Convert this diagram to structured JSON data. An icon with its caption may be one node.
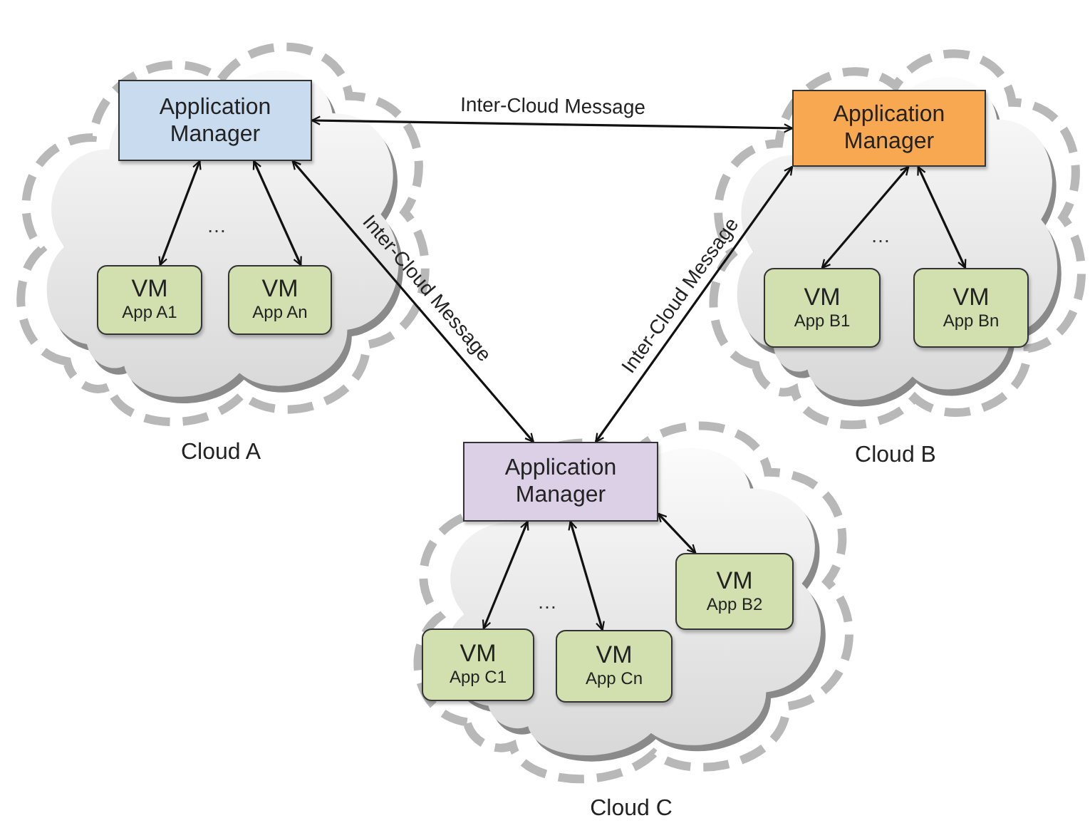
{
  "diagram": {
    "nodes": [
      {
        "text": [
          "Cloud A"
        ]
      },
      {
        "text": [
          "Application Manager"
        ],
        "in": 0
      },
      {
        "text": [
          "VM",
          "App A1"
        ],
        "in": 0
      },
      {
        "text": [
          "VM",
          "App An"
        ],
        "in": 0
      },
      {
        "text": [
          "Cloud B"
        ]
      },
      {
        "text": [
          "Application Manager"
        ],
        "in": 4
      },
      {
        "text": [
          "VM",
          "App B1"
        ],
        "in": 4
      },
      {
        "text": [
          "VM",
          "App Bn"
        ],
        "in": 4
      },
      {
        "text": [
          "Cloud C"
        ]
      },
      {
        "text": [
          "Application Manager"
        ],
        "in": 8
      },
      {
        "text": [
          "VM",
          "App B2"
        ],
        "in": 8
      },
      {
        "text": [
          "VM",
          "App C1"
        ],
        "in": 8
      },
      {
        "text": [
          "VM",
          "App Cn"
        ],
        "in": 8
      }
    ],
    "edges": [
      {
        "from": 1,
        "to": 5,
        "arrow": "both",
        "label": "Inter-Cloud Message"
      },
      {
        "from": 1,
        "to": 9,
        "arrow": "both",
        "label": "Inter-Cloud Message"
      },
      {
        "from": 5,
        "to": 9,
        "arrow": "both",
        "label": "Inter-Cloud Message"
      },
      {
        "from": 1,
        "to": 2,
        "arrow": "both"
      },
      {
        "from": 1,
        "to": 3,
        "arrow": "both"
      },
      {
        "from": 5,
        "to": 6,
        "arrow": "both"
      },
      {
        "from": 5,
        "to": 7,
        "arrow": "both"
      },
      {
        "from": 9,
        "to": 11,
        "arrow": "both"
      },
      {
        "from": 9,
        "to": 12,
        "arrow": "both"
      },
      {
        "from": 9,
        "to": 10,
        "arrow": "both"
      }
    ],
    "labels": [
      "…",
      "…",
      "…"
    ]
  }
}
